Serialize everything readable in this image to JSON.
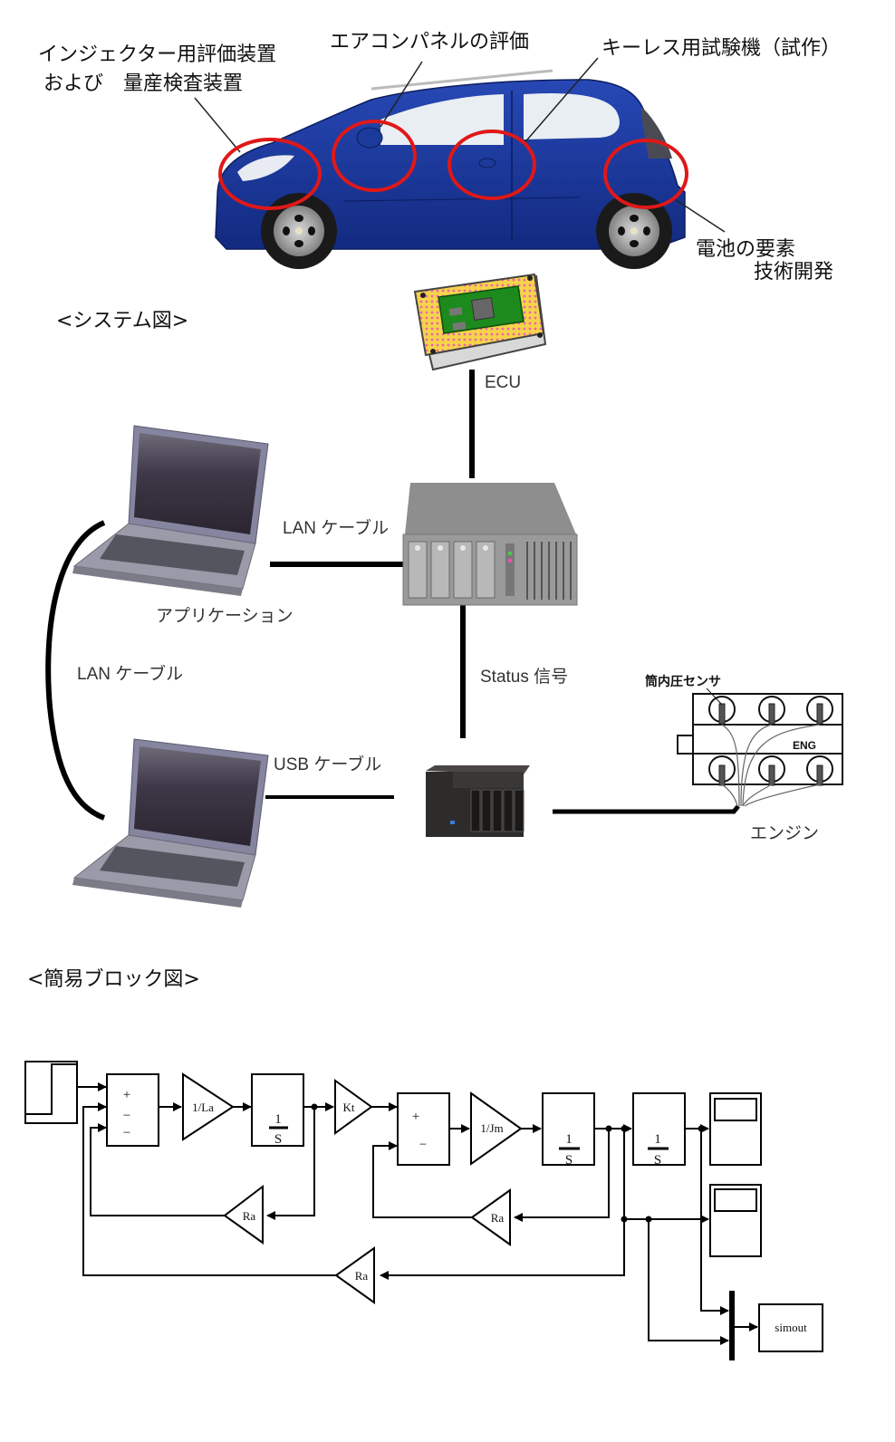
{
  "car_section": {
    "callouts": [
      {
        "id": "injector",
        "lines": [
          "インジェクター用評価装置",
          "および　量産検査装置"
        ]
      },
      {
        "id": "aircon",
        "lines": [
          "エアコンパネルの評価"
        ]
      },
      {
        "id": "keyless",
        "lines": [
          "キーレス用試験機（試作）"
        ]
      },
      {
        "id": "battery",
        "lines": [
          "電池の要素",
          "技術開発"
        ]
      }
    ],
    "colors": {
      "car_body": "#1b3a9a",
      "highlight_circle": "#e01818"
    }
  },
  "system_section": {
    "title": "<システム図>",
    "nodes": {
      "ecu": "ECU",
      "application": "アプリケーション",
      "engine": "エンジン",
      "cylinder_sensor": "筒内圧センサ",
      "engine_block": "ENG"
    },
    "links": {
      "lan_upper": "LAN ケーブル",
      "lan_left": "LAN ケーブル",
      "usb": "USB ケーブル",
      "status": "Status 信号"
    }
  },
  "block_section": {
    "title": "<簡易ブロック図>",
    "blocks": {
      "sum1_signs": [
        "+",
        "−",
        "−"
      ],
      "gain_la": "1/La",
      "integrator1": {
        "num": "1",
        "den": "S"
      },
      "gain_kt": "Kt",
      "sum2_signs": [
        "+",
        "−"
      ],
      "gain_jm": "1/Jm",
      "integrator2": {
        "num": "1",
        "den": "S"
      },
      "integrator3": {
        "num": "1",
        "den": "S"
      },
      "feedback1": "Ra",
      "feedback2": "Ra",
      "feedback3": "Ra",
      "sink": "simout"
    }
  }
}
